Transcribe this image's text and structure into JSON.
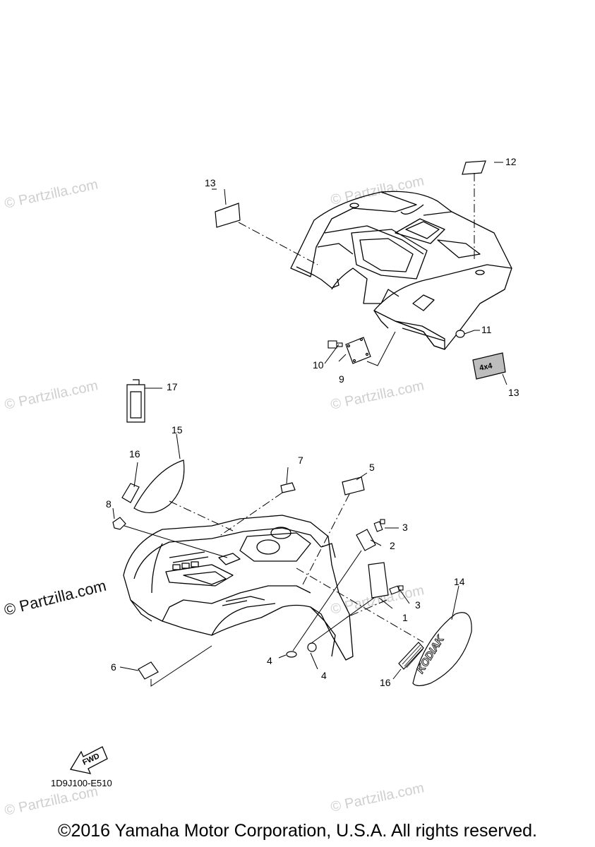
{
  "callouts": {
    "c1": "1",
    "c2": "2",
    "c3a": "3",
    "c3b": "3",
    "c4a": "4",
    "c4b": "4",
    "c5": "5",
    "c6": "6",
    "c7": "7",
    "c8": "8",
    "c9": "9",
    "c10": "10",
    "c11": "11",
    "c12": "12",
    "c13a": "13",
    "c13b": "13",
    "c14": "14",
    "c15": "15",
    "c16a": "16",
    "c16b": "16",
    "c17": "17"
  },
  "fwd_label": "FWD",
  "decal_4x4": "4x4",
  "decal_kodiak": "KODIAK",
  "diagram_code": "1D9J100-E510",
  "watermark": "© Partzilla.com",
  "copyright": "©2016 Yamaha Motor Corporation, U.S.A. All rights reserved."
}
